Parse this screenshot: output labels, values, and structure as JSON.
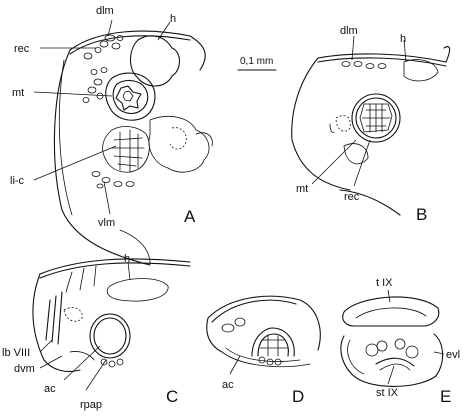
{
  "scale_bar": "0,1 mm",
  "panels": {
    "A": {
      "letter": "A",
      "labels": {
        "dlm": "dlm",
        "h": "h",
        "rec": "rec",
        "mt": "mt",
        "li_c": "li-c",
        "vlm": "vlm"
      }
    },
    "B": {
      "letter": "B",
      "labels": {
        "dlm": "dlm",
        "h": "h",
        "mt": "mt",
        "rec": "rec"
      }
    },
    "C": {
      "letter": "C",
      "labels": {
        "h": "h",
        "lbVIII": "lb VIII",
        "dvm": "dvm",
        "ac": "ac",
        "rpap": "rpap"
      }
    },
    "D": {
      "letter": "D",
      "labels": {
        "ac": "ac"
      }
    },
    "E": {
      "letter": "E",
      "labels": {
        "tIX": "t IX",
        "evl": "evl",
        "stIX": "st IX"
      }
    }
  }
}
